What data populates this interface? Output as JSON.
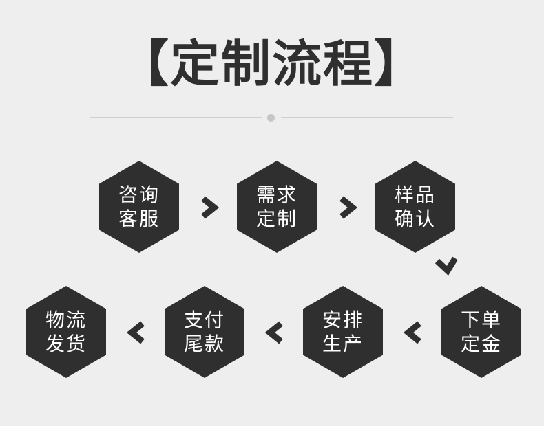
{
  "title": "【定制流程】",
  "steps": [
    {
      "line1": "咨询",
      "line2": "客服"
    },
    {
      "line1": "需求",
      "line2": "定制"
    },
    {
      "line1": "样品",
      "line2": "确认"
    },
    {
      "line1": "下单",
      "line2": "定金"
    },
    {
      "line1": "安排",
      "line2": "生产"
    },
    {
      "line1": "支付",
      "line2": "尾款"
    },
    {
      "line1": "物流",
      "line2": "发货"
    }
  ],
  "colors": {
    "hexagon": "#2f2f2f",
    "text": "#ffffff",
    "background": "#eeeeee",
    "title": "#2f2f2f"
  },
  "icons": {
    "right": "chevron-right-icon",
    "down": "chevron-down-icon",
    "left": "chevron-left-icon"
  }
}
